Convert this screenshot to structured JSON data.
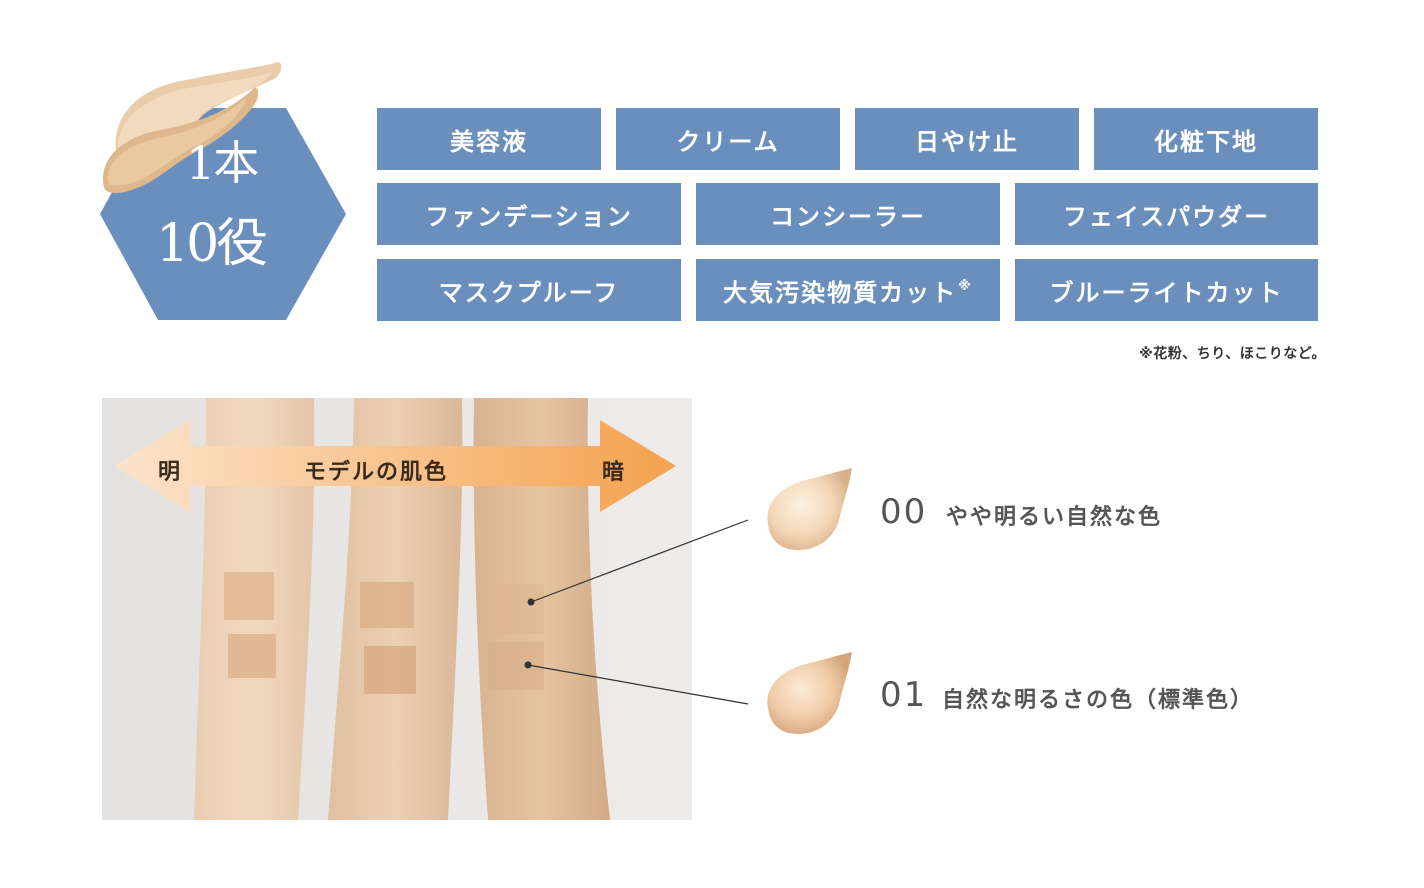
{
  "badge": {
    "line1": "1本",
    "line2": "10役",
    "color": "#6b8fbd"
  },
  "roles": {
    "row1": [
      "美容液",
      "クリーム",
      "日やけ止",
      "化粧下地"
    ],
    "row2": [
      "ファンデーション",
      "コンシーラー",
      "フェイスパウダー"
    ],
    "row3_a": "マスクプルーフ",
    "row3_b": "大気汚染物質カット",
    "row3_b_mark": "※",
    "row3_c": "ブルーライトカット"
  },
  "footnote": "※花粉、ちり、ほこりなど。",
  "skin_scale": {
    "left": "明",
    "center": "モデルの肌色",
    "right": "暗"
  },
  "shades": [
    {
      "number": "00",
      "label": "やや明るい自然な色"
    },
    {
      "number": "01",
      "label": "自然な明るさの色（標準色）"
    }
  ]
}
